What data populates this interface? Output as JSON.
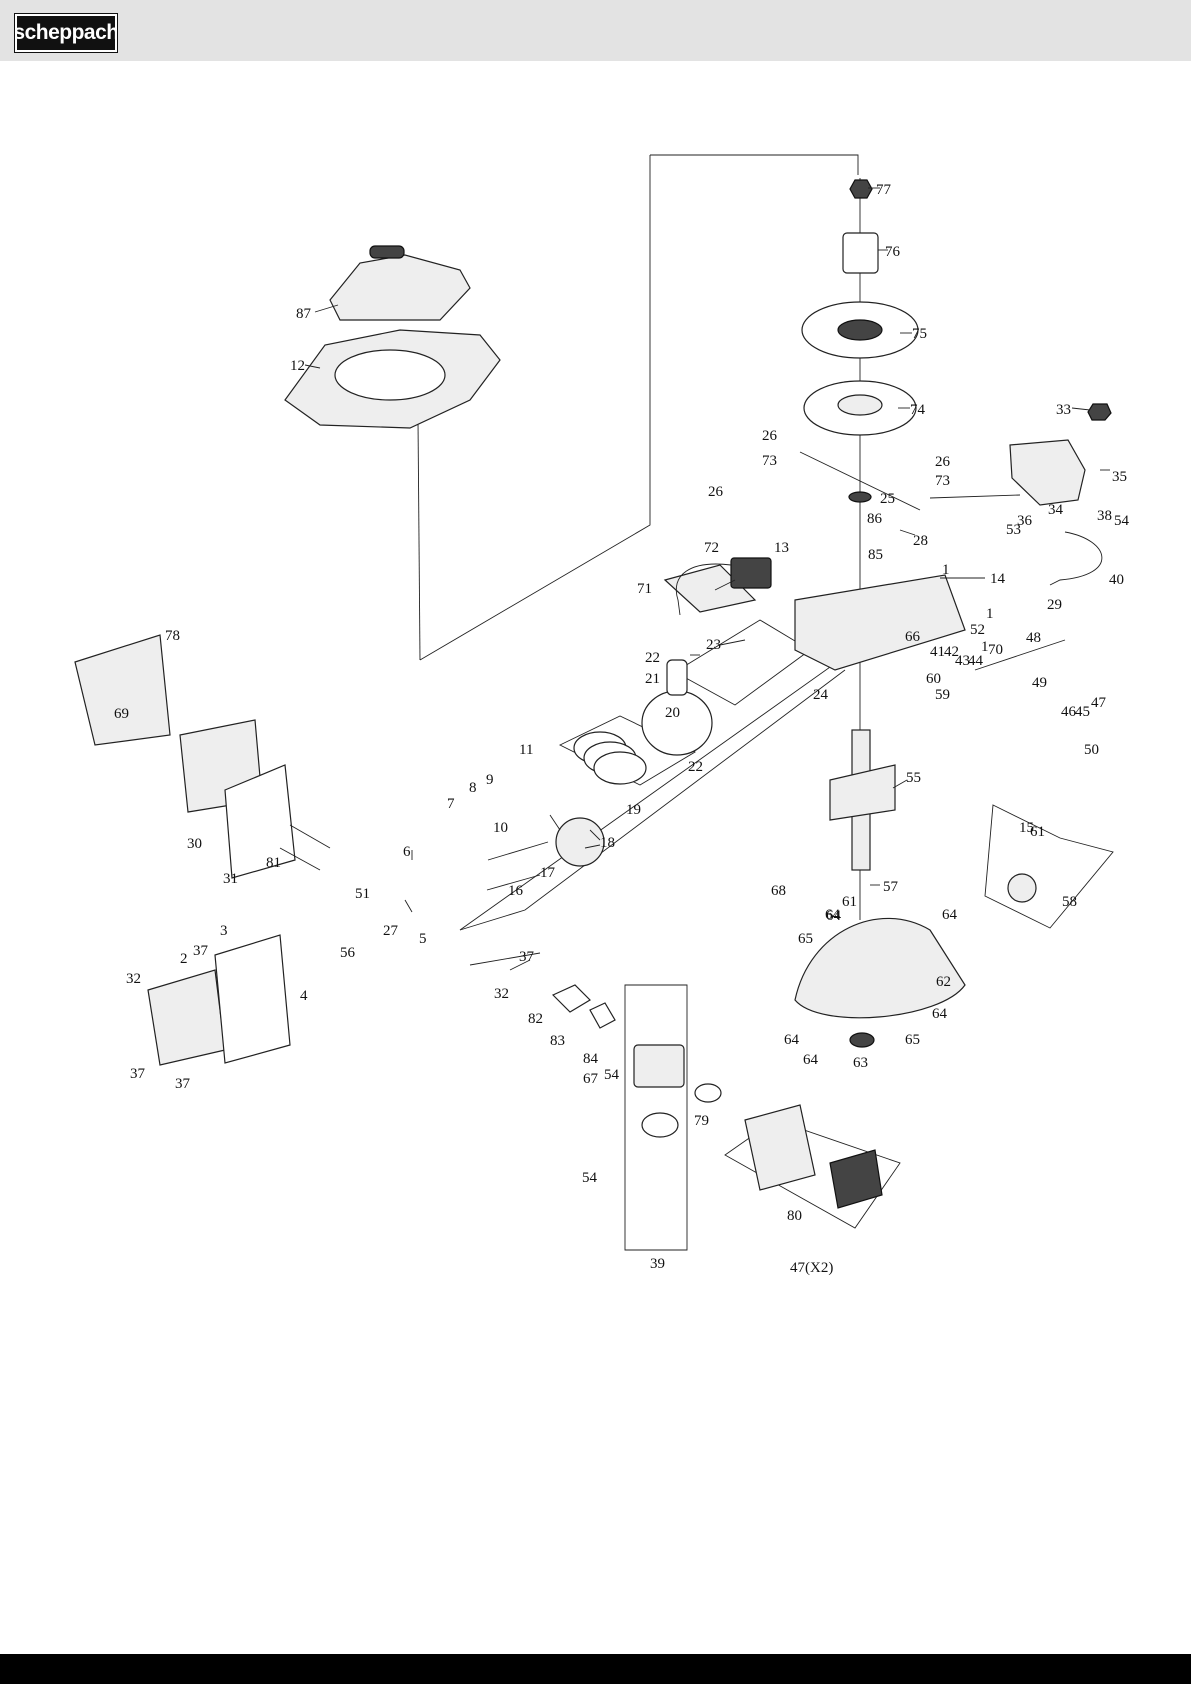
{
  "header": {
    "brand_logo": "scheppach"
  },
  "diagram": {
    "type": "exploded-parts-view",
    "labels": [
      "77",
      "76",
      "75",
      "74",
      "87",
      "12",
      "33",
      "26",
      "73",
      "35",
      "26",
      "73",
      "26",
      "25",
      "34",
      "38",
      "54",
      "86",
      "28",
      "36",
      "53",
      "72",
      "13",
      "85",
      "14",
      "71",
      "1",
      "1",
      "29",
      "40",
      "23",
      "66",
      "52",
      "42",
      "41",
      "70",
      "43",
      "44",
      "48",
      "1",
      "22",
      "21",
      "60",
      "49",
      "59",
      "20",
      "24",
      "46",
      "45",
      "47",
      "22",
      "50",
      "11",
      "55",
      "78",
      "9",
      "8",
      "69",
      "7",
      "10",
      "19",
      "18",
      "15",
      "61",
      "6",
      "17",
      "16",
      "68",
      "57",
      "61",
      "64",
      "64",
      "58",
      "81",
      "30",
      "31",
      "51",
      "5",
      "27",
      "56",
      "3",
      "2",
      "37",
      "32",
      "37",
      "65",
      "64",
      "4",
      "62",
      "32",
      "82",
      "83",
      "84",
      "54",
      "64",
      "64",
      "65",
      "64",
      "63",
      "37",
      "37",
      "67",
      "79",
      "54",
      "80",
      "39",
      "47(X2)"
    ]
  }
}
